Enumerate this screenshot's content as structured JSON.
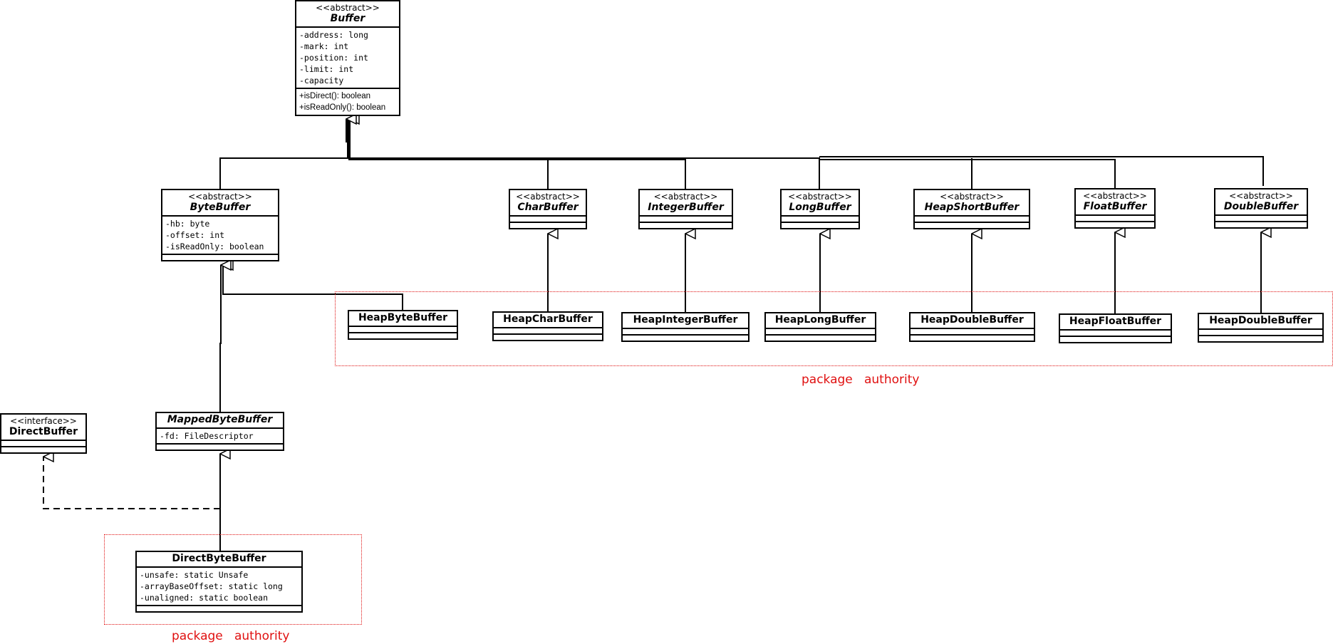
{
  "classes": {
    "buffer": {
      "stereotype": "<<abstract>>",
      "name": "Buffer",
      "attributes": [
        "-address: long",
        "-mark: int",
        "-position: int",
        "-limit: int",
        "-capacity"
      ],
      "methods": [
        "+isDirect():  boolean",
        "+isReadOnly():  boolean"
      ]
    },
    "bytebuffer": {
      "stereotype": "<<abstract>>",
      "name": "ByteBuffer",
      "attributes": [
        "-hb: byte",
        "-offset: int",
        "-isReadOnly: boolean"
      ]
    },
    "charbuffer": {
      "stereotype": "<<abstract>>",
      "name": "CharBuffer"
    },
    "integerbuffer": {
      "stereotype": "<<abstract>>",
      "name": "IntegerBuffer"
    },
    "longbuffer": {
      "stereotype": "<<abstract>>",
      "name": "LongBuffer"
    },
    "heapshortbuffer": {
      "stereotype": "<<abstract>>",
      "name": "HeapShortBuffer"
    },
    "floatbuffer": {
      "stereotype": "<<abstract>>",
      "name": "FloatBuffer"
    },
    "doublebuffer": {
      "stereotype": "<<abstract>>",
      "name": "DoubleBuffer"
    },
    "heapbytebuffer": {
      "name": "HeapByteBuffer"
    },
    "heapcharbuffer": {
      "name": "HeapCharBuffer"
    },
    "heapintegerbuffer": {
      "name": "HeapIntegerBuffer"
    },
    "heaplongbuffer": {
      "name": "HeapLongBuffer"
    },
    "heapdoublebuffer_a": {
      "name": "HeapDoubleBuffer"
    },
    "heapfloatbuffer": {
      "name": "HeapFloatBuffer"
    },
    "heapdoublebuffer_b": {
      "name": "HeapDoubleBuffer"
    },
    "directbuffer": {
      "stereotype": "<<interface>>",
      "name": "DirectBuffer"
    },
    "mappedbytebuffer": {
      "name": "MappedByteBuffer",
      "attributes": [
        "-fd: FileDescriptor"
      ]
    },
    "directbytebuffer": {
      "name": "DirectByteBuffer",
      "attributes": [
        "-unsafe: static Unsafe",
        "-arrayBaseOffset: static long",
        "-unaligned: static boolean"
      ]
    }
  },
  "packages": {
    "heap_group_label": "package   authority",
    "direct_group_label": "package   authority"
  },
  "colors": {
    "package_border": "#e01010",
    "line": "#000000"
  }
}
